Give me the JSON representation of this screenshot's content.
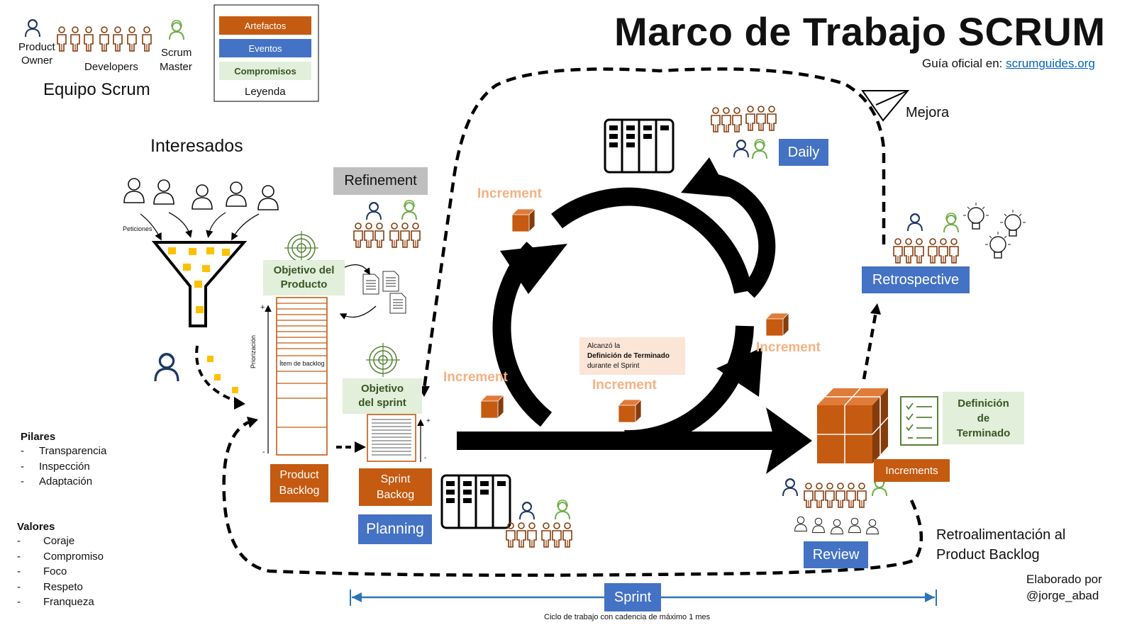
{
  "title": "Marco de Trabajo SCRUM",
  "guide": {
    "label": "Guía oficial en: ",
    "link": "scrumguides.org"
  },
  "team": {
    "product_owner_line1": "Product",
    "product_owner_line2": "Owner",
    "developers": "Developers",
    "scrum_master_line1": "Scrum",
    "scrum_master_line2": "Master",
    "caption": "Equipo Scrum"
  },
  "legend": {
    "artefactos": "Artefactos",
    "eventos": "Eventos",
    "compromisos": "Compromisos",
    "caption": "Leyenda"
  },
  "stakeholders": {
    "title": "Interesados",
    "requests": "Peticiones"
  },
  "refinement": "Refinement",
  "product_goal": {
    "line1": "Objetivo del",
    "line2": "Producto"
  },
  "product_backlog": {
    "line1": "Product",
    "line2": "Backlog",
    "item": "Ítem de backlog",
    "priority": "Priorización",
    "plus": "+",
    "minus": "-"
  },
  "sprint_goal": {
    "line1": "Objetivo",
    "line2": "del sprint"
  },
  "sprint_backlog": {
    "line1": "Sprint",
    "line2": "Backog",
    "plus": "+",
    "minus": "-"
  },
  "planning": "Planning",
  "daily": "Daily",
  "increment": "Increment",
  "done_note": {
    "line1": "Alcanzó la",
    "line2": "Definición de Terminado",
    "line3": "durante el Sprint"
  },
  "increments": "Increments",
  "definition_of_done": {
    "line1": "Definición",
    "line2": "de",
    "line3": "Terminado"
  },
  "review": "Review",
  "retrospective": "Retrospective",
  "improvement": "Mejora",
  "feedback": {
    "line1": "Retroalimentación al",
    "line2": "Product Backlog"
  },
  "sprint": {
    "label": "Sprint",
    "caption": "Ciclo de trabajo con cadencia de máximo 1 mes"
  },
  "pillars": {
    "title": "Pilares",
    "items": [
      "Transparencia",
      "Inspección",
      "Adaptación"
    ]
  },
  "values": {
    "title": "Valores",
    "items": [
      "Coraje",
      "Compromiso",
      "Foco",
      "Respeto",
      "Franqueza"
    ]
  },
  "author": {
    "line1": "Elaborado por",
    "line2": "@jorge_abad"
  },
  "colors": {
    "artefact": "#c55a11",
    "event": "#4472c4",
    "commitment_bg": "#e2efda",
    "commitment_text": "#375623",
    "increment_text": "#f4b183",
    "developer_icon": "#843c0c",
    "product_owner_icon": "#1f3864",
    "scrum_master_icon": "#70ad47",
    "sticky_note": "#ffc000",
    "sprint_line": "#2e75b6"
  }
}
